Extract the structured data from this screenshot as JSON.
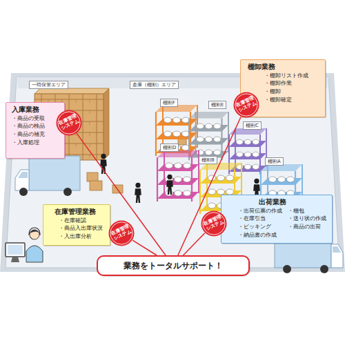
{
  "diagram": {
    "nodes": [
      {
        "text": [
          "入庫業務",
          "・商品の受取",
          "・商品の検品",
          "・商品の補充",
          "・入庫処理"
        ]
      },
      {
        "text": [
          "在庫管理 システム"
        ]
      },
      {
        "text": [
          "棚卸業務",
          "・棚卸リスト作成",
          "・棚卸作業",
          "・棚卸",
          "・棚卸確定"
        ]
      },
      {
        "text": [
          "在庫管理 システム"
        ]
      },
      {
        "text": [
          "在庫管理業務",
          "・在庫確認",
          "・商品入出庫状況",
          "・入出庫分析"
        ]
      },
      {
        "text": [
          "在庫管理 システム"
        ]
      },
      {
        "text": [
          "出荷業務",
          "・出荷伝票の作成",
          "・在庫引当",
          "・ピッキング",
          "・納品書の作成",
          "・梱包",
          "・送り状の作成",
          "・商品の出荷"
        ]
      },
      {
        "text": [
          "在庫管理 システム"
        ]
      },
      {
        "text": [
          "業務をトータルサポート！"
        ]
      }
    ],
    "edges": [
      {
        "from": 8,
        "to": 1,
        "arrow": "none"
      },
      {
        "from": 8,
        "to": 3,
        "arrow": "none"
      },
      {
        "from": 8,
        "to": 5,
        "arrow": "none"
      },
      {
        "from": 8,
        "to": 7,
        "arrow": "none"
      }
    ],
    "labels": [
      "一時保管エリア",
      "倉庫（棚割）エリア",
      "棚割F",
      "棚割E",
      "棚割D",
      "棚割C",
      "棚割B",
      "棚割A"
    ]
  }
}
